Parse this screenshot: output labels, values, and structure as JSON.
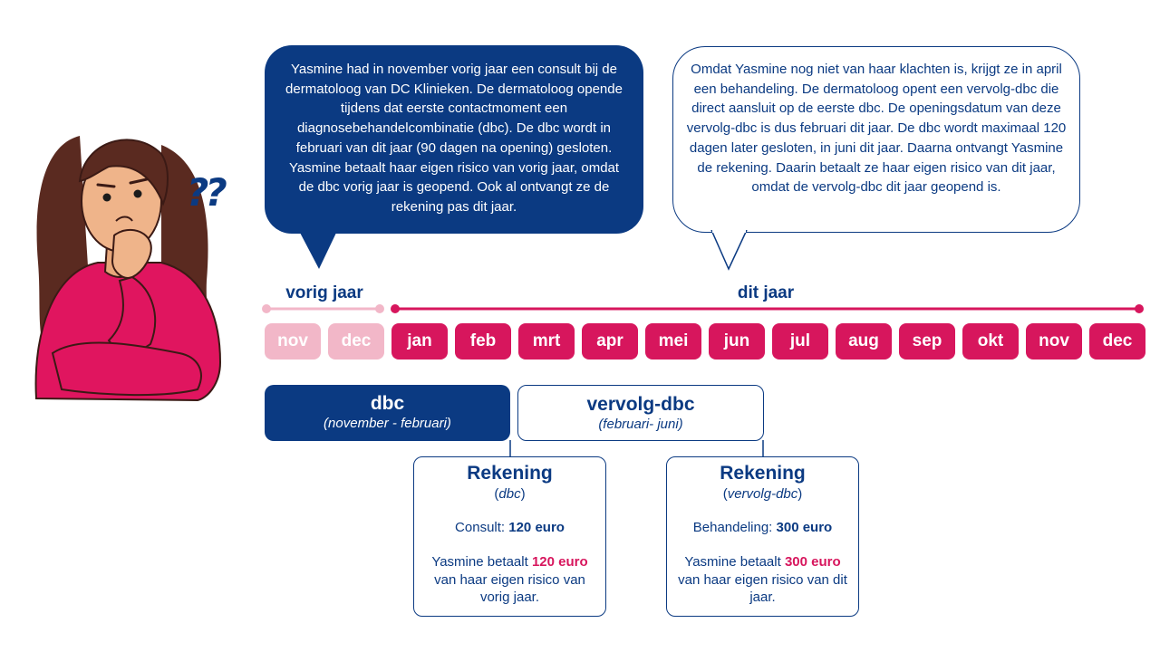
{
  "bubbles": {
    "left": "Yasmine had in november vorig jaar een consult bij de dermatoloog van DC Klinieken. De dermatoloog opende tijdens dat eerste contactmoment een diagnosebehandelcombinatie (dbc). De dbc wordt in februari van dit jaar (90 dagen na opening) gesloten. Yasmine betaalt haar eigen risico van vorig jaar, omdat de dbc vorig jaar is geopend. Ook al ontvangt ze de rekening pas dit jaar.",
    "right": "Omdat Yasmine nog niet van haar klachten is, krijgt ze in april een behandeling. De dermatoloog opent een vervolg-dbc die direct aansluit op de eerste dbc. De openingsdatum van deze vervolg-dbc is dus februari dit jaar. De dbc wordt maximaal 120 dagen later gesloten, in juni dit jaar. Daarna ontvangt Yasmine de rekening. Daarin betaalt ze haar eigen risico van dit jaar, omdat de vervolg-dbc dit jaar geopend is."
  },
  "thinking_marks": "??",
  "timeline": {
    "prev_year_label": "vorig jaar",
    "cur_year_label": "dit jaar",
    "prev_months": [
      "nov",
      "dec"
    ],
    "cur_months": [
      "jan",
      "feb",
      "mrt",
      "apr",
      "mei",
      "jun",
      "jul",
      "aug",
      "sep",
      "okt",
      "nov",
      "dec"
    ]
  },
  "dbc": {
    "first_title": "dbc",
    "first_range": "(november - februari)",
    "second_title": "vervolg-dbc",
    "second_range": "(februari- juni)"
  },
  "invoices": [
    {
      "title": "Rekening",
      "sub_open": "(",
      "sub": "dbc",
      "sub_close": ")",
      "line_label": "Consult: ",
      "line_amount": "120 euro",
      "pay_prefix": "Yasmine betaalt ",
      "pay_amount": "120 euro",
      "pay_suffix": " van haar eigen risico van vorig jaar."
    },
    {
      "title": "Rekening",
      "sub_open": "(",
      "sub": "vervolg-dbc",
      "sub_close": ")",
      "line_label": "Behandeling: ",
      "line_amount": "300 euro",
      "pay_prefix": "Yasmine betaalt ",
      "pay_amount": "300 euro",
      "pay_suffix": " van haar eigen risico van dit jaar."
    }
  ],
  "colors": {
    "navy": "#0b3a82",
    "pink": "#d7165d",
    "light_pink": "#f2b7c8"
  }
}
